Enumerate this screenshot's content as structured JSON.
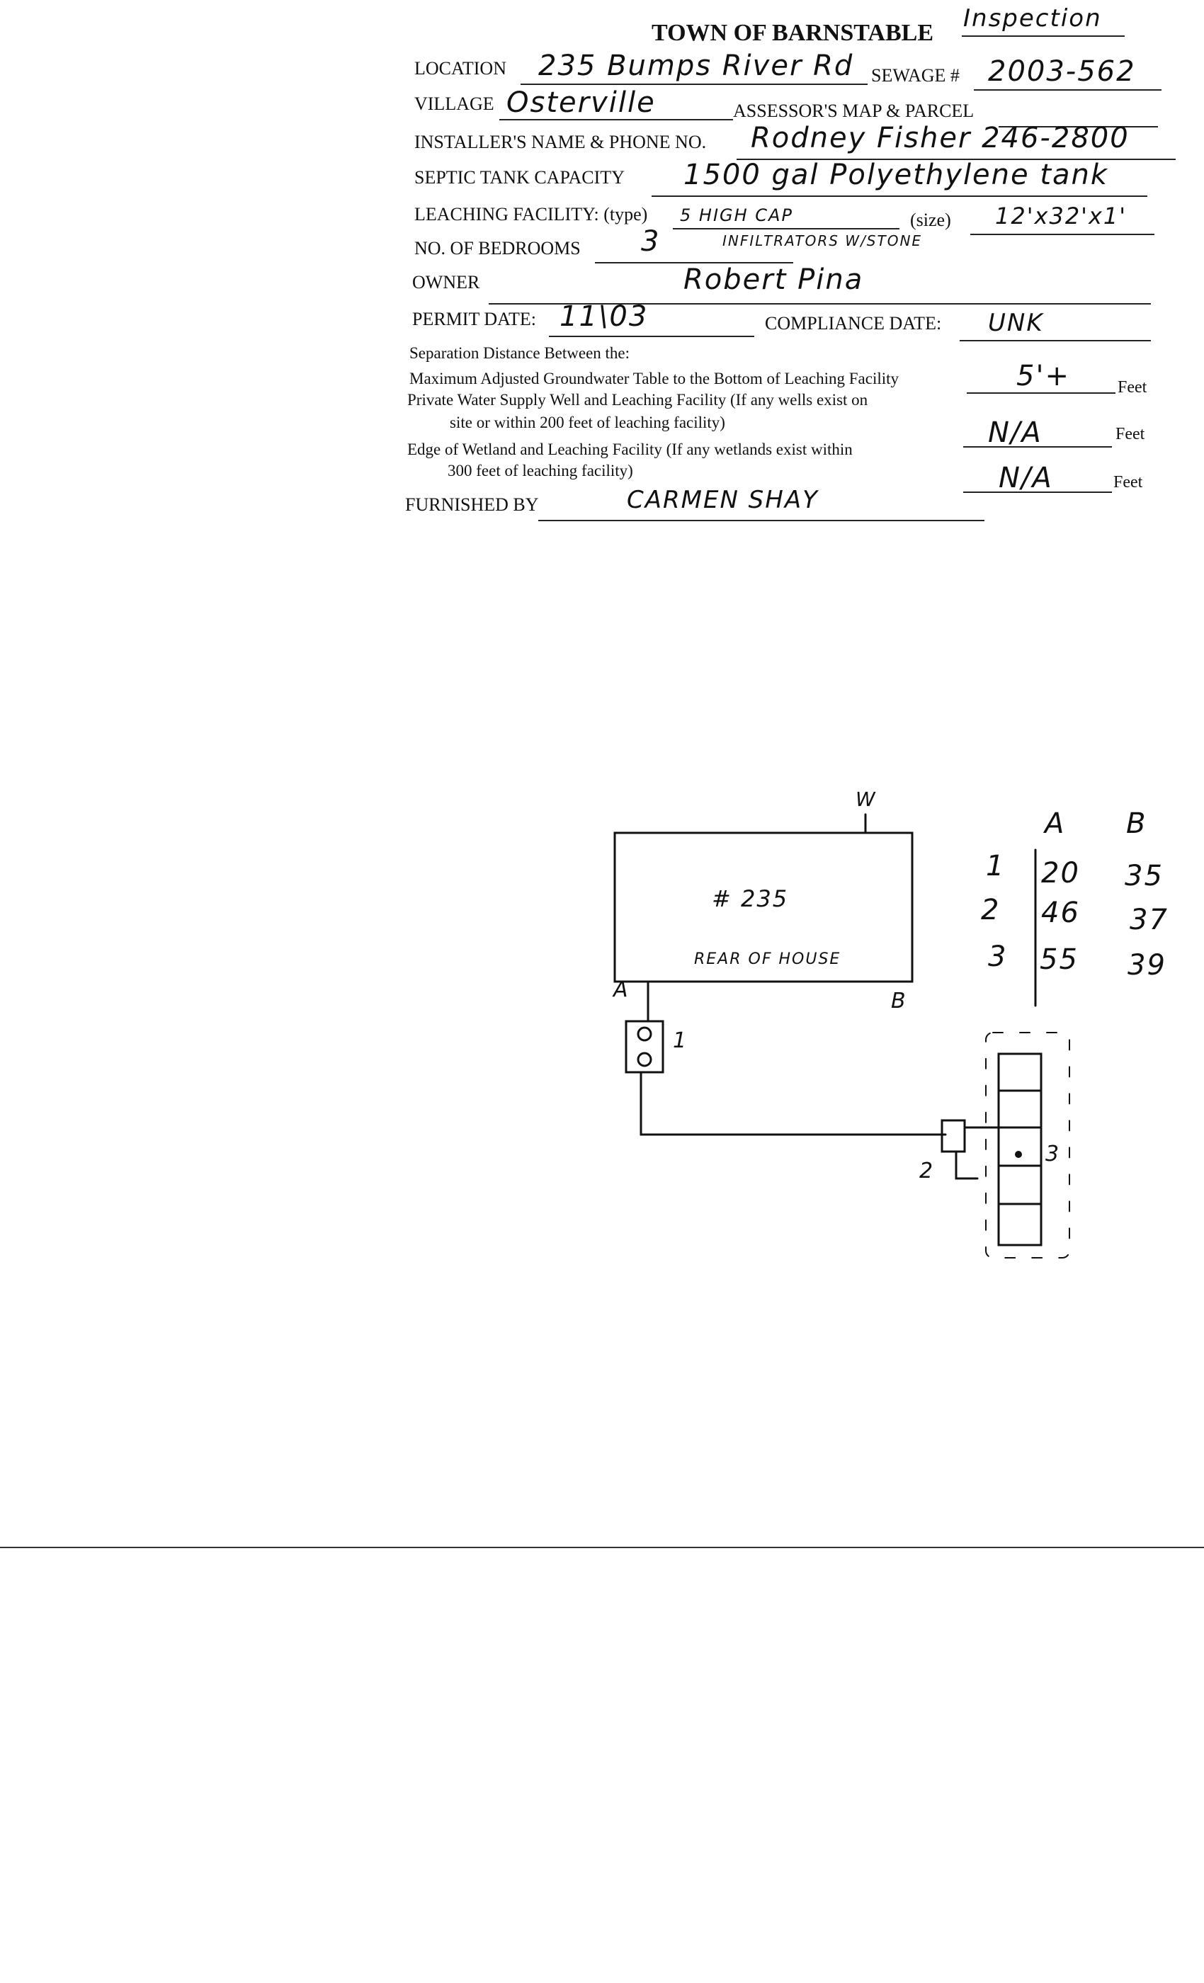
{
  "header": {
    "title": "TOWN OF BARNSTABLE",
    "stamp": "Inspection"
  },
  "fields": {
    "location_label": "LOCATION",
    "location_value": "235 Bumps River Rd",
    "sewage_label": "SEWAGE #",
    "sewage_value": "2003-562",
    "village_label": "VILLAGE",
    "village_value": "Osterville",
    "assessor_label": "ASSESSOR'S MAP & PARCEL",
    "installer_label": "INSTALLER'S NAME & PHONE NO.",
    "installer_value": "Rodney Fisher   246-2800",
    "tank_label": "SEPTIC TANK CAPACITY",
    "tank_value": "1500 gal  Polyethylene tank",
    "leaching_label": "LEACHING FACILITY: (type)",
    "leaching_type_value": "5 HIGH CAP",
    "size_label": "(size)",
    "size_value": "12'x32'x1'",
    "leaching_note": "INFILTRATORS W/STONE",
    "bedrooms_label": "NO. OF BEDROOMS",
    "bedrooms_value": "3",
    "owner_label": "OWNER",
    "owner_value": "Robert Pina",
    "permit_label": "PERMIT DATE:",
    "permit_value": "11\\03",
    "compliance_label": "COMPLIANCE DATE:",
    "compliance_value": "UNK"
  },
  "separation": {
    "heading": "Separation Distance Between the:",
    "line1": "Maximum Adjusted Groundwater Table to the Bottom of Leaching Facility",
    "line1_value": "5'+",
    "line2a": "Private Water Supply Well and Leaching Facility (If any wells exist on",
    "line2b": "site or within 200 feet of leaching facility)",
    "line2_value": "N/A",
    "line3a": "Edge of Wetland and Leaching Facility (If any wetlands exist within",
    "line3b": "300 feet of leaching facility)",
    "line3_value": "N/A",
    "unit": "Feet",
    "furnished_label": "FURNISHED BY",
    "furnished_value": "CARMEN SHAY"
  },
  "sketch": {
    "house_number": "# 235",
    "house_caption": "REAR OF HOUSE",
    "corner_a": "A",
    "corner_b": "B",
    "water_symbol": "W",
    "marker_1": "1",
    "marker_2": "2",
    "marker_3": "3"
  },
  "ties_table": {
    "columns": [
      "A",
      "B"
    ],
    "rows": [
      {
        "id": "1",
        "a": "20",
        "b": "35"
      },
      {
        "id": "2",
        "a": "46",
        "b": "37"
      },
      {
        "id": "3",
        "a": "55",
        "b": "39"
      }
    ]
  }
}
